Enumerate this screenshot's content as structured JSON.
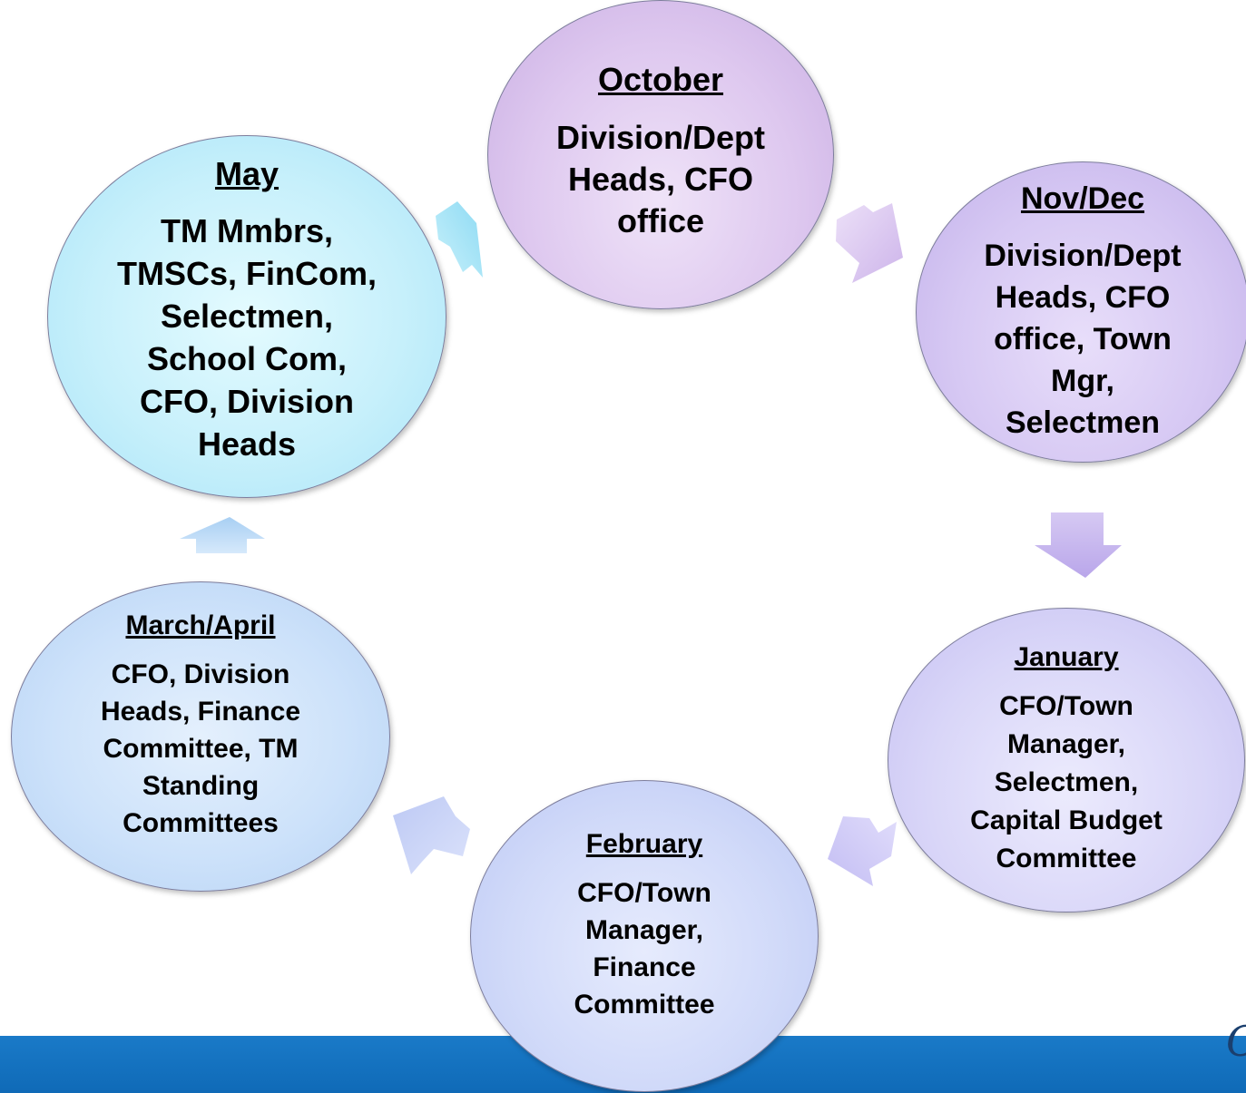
{
  "nodes": {
    "october": {
      "title": "October",
      "body": "Division/Dept\nHeads, CFO\noffice"
    },
    "novdec": {
      "title": "Nov/Dec",
      "body": "Division/Dept\nHeads, CFO\noffice,  Town\nMgr,\nSelectmen"
    },
    "january": {
      "title": "January",
      "body": "CFO/Town\nManager,\nSelectmen,\nCapital Budget\nCommittee"
    },
    "february": {
      "title": "February",
      "body": "CFO/Town\nManager,\nFinance\nCommittee"
    },
    "marchapril": {
      "title": "March/April",
      "body": "CFO, Division\nHeads, Finance\nCommittee,  TM\nStanding\nCommittees"
    },
    "may": {
      "title": "May",
      "body": "TM Mmbrs,\nTMSCs, FinCom,\nSelectmen,\nSchool Com,\nCFO, Division\nHeads"
    }
  },
  "colors": {
    "band": "#1174c2",
    "arrow_top_right": "#dcc8f0",
    "arrow_right": "#c9b6ee",
    "arrow_bottom_right": "#d3cdf7",
    "arrow_bottom_left": "#cdd6f6",
    "arrow_left": "#b8d8f6",
    "arrow_top_left": "#a8e6f8"
  }
}
